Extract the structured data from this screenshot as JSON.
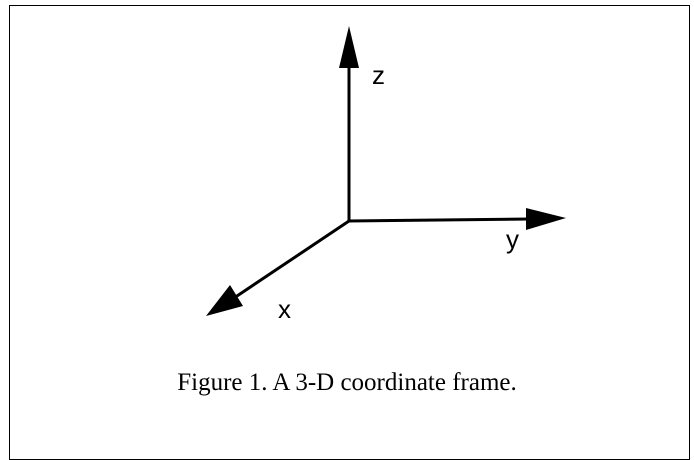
{
  "diagram": {
    "axes": {
      "z_label": "z",
      "y_label": "y",
      "x_label": "x"
    },
    "caption": "Figure 1. A 3-D coordinate frame.",
    "colors": {
      "stroke": "#000000",
      "background": "#ffffff"
    }
  }
}
